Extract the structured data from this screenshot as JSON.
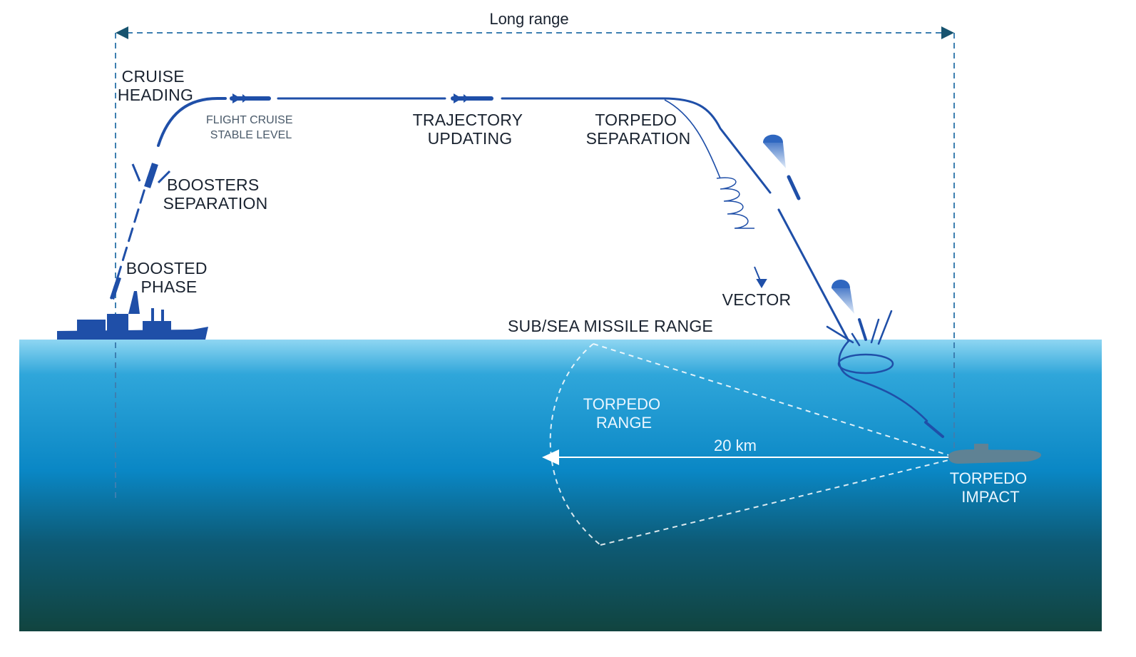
{
  "range_label": "Long range",
  "labels": {
    "cruise_heading": [
      "CRUISE",
      "HEADING"
    ],
    "flight_cruise": [
      "FLIGHT CRUISE",
      "STABLE LEVEL"
    ],
    "trajectory_updating": [
      "TRAJECTORY",
      "UPDATING"
    ],
    "torpedo_separation": [
      "TORPEDO",
      "SEPARATION"
    ],
    "boosters_separation": [
      "BOOSTERS",
      "SEPARATION"
    ],
    "boosted_phase": [
      "BOOSTED",
      "PHASE"
    ],
    "vector": "VECTOR",
    "sub_sea_range": "SUB/SEA MISSILE RANGE",
    "torpedo_range": [
      "TORPEDO",
      "RANGE"
    ],
    "distance": "20 km",
    "torpedo_impact": [
      "TORPEDO",
      "IMPACT"
    ]
  },
  "colors": {
    "trajectory": "#1f4fa8",
    "guide": "#3d7fb0",
    "sea_top": "#8fd6f2",
    "sea_mid": "#0a87c5",
    "sea_deep": "#11443f",
    "ship": "#1f4fa8",
    "submarine": "#5f8294"
  }
}
